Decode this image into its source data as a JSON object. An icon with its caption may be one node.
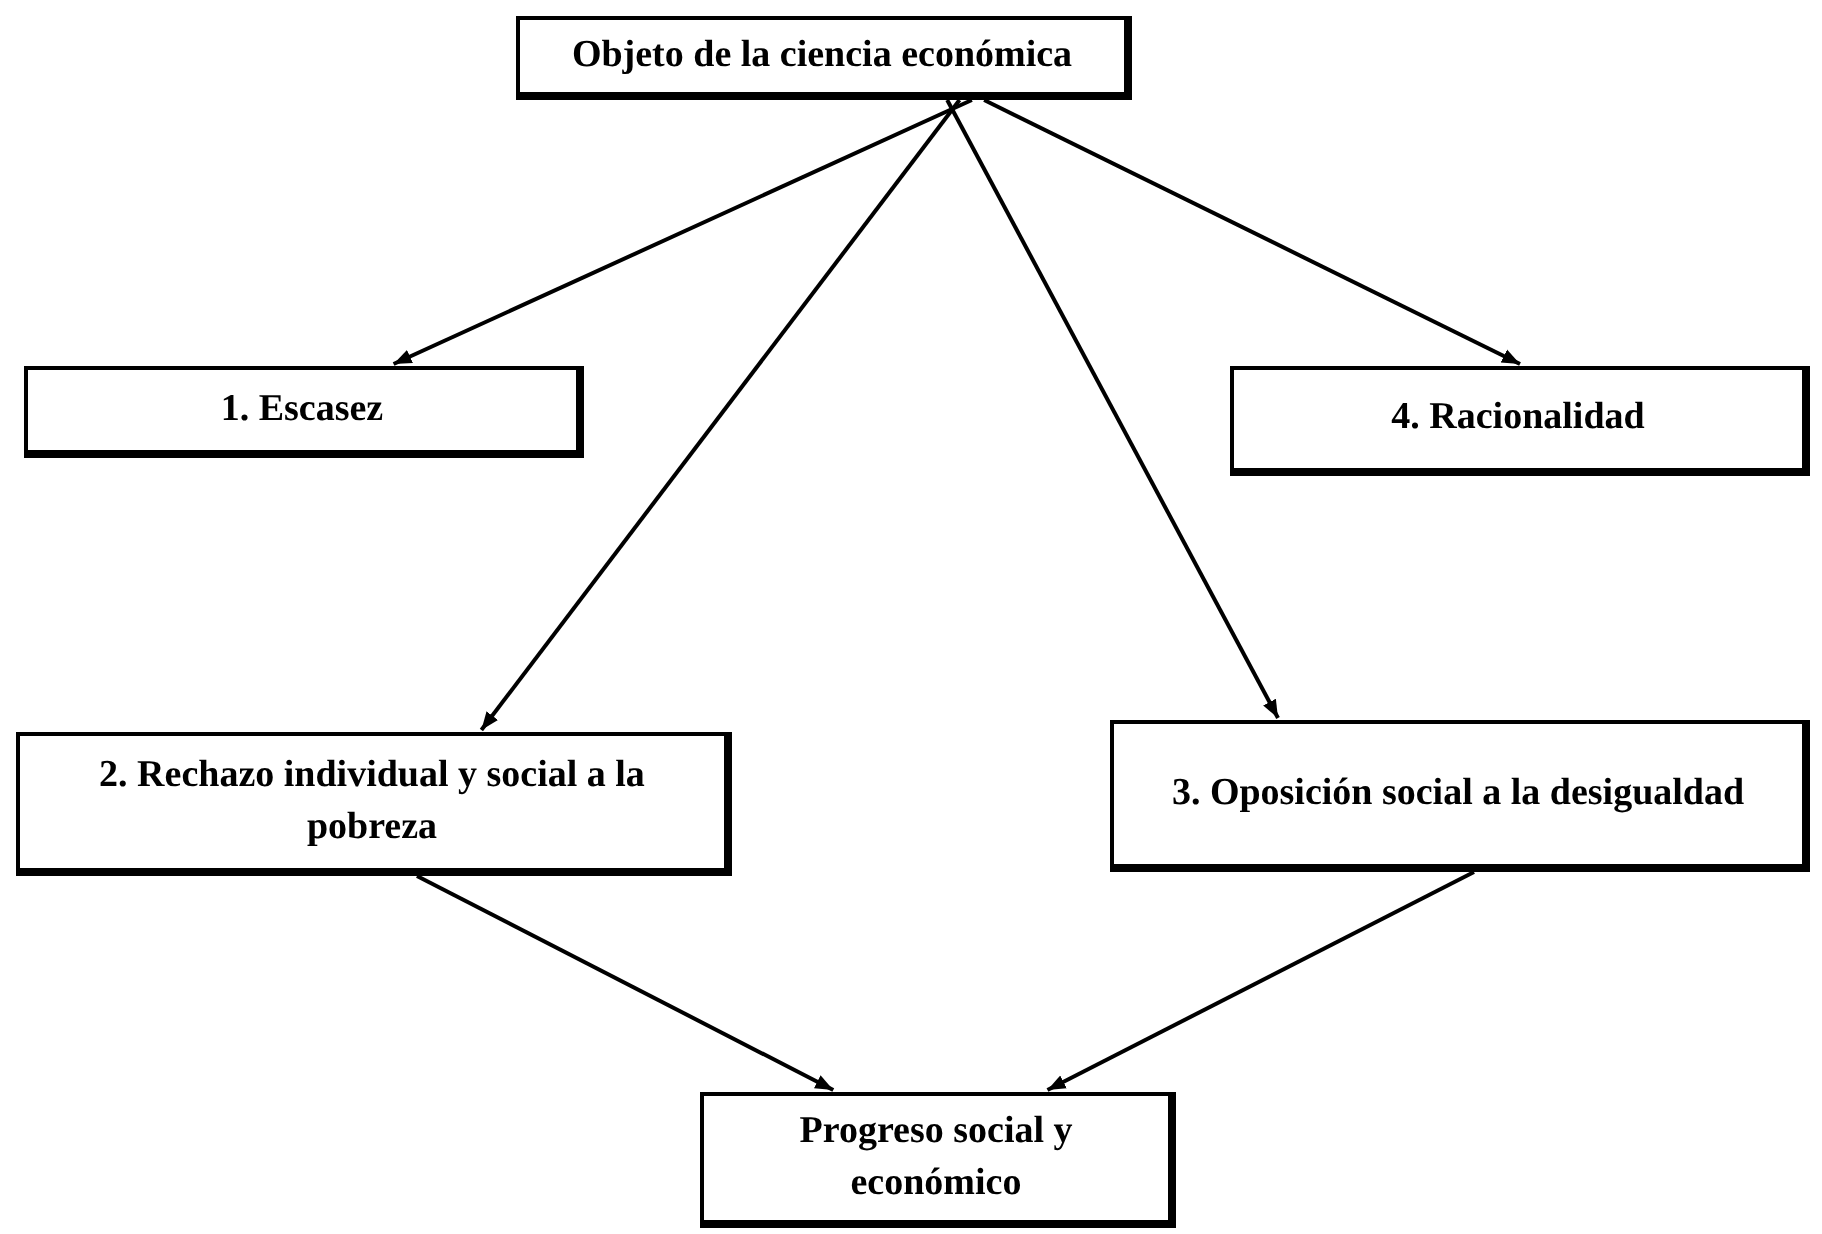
{
  "diagram": {
    "nodes": [
      {
        "text": [
          "Objeto de la ciencia económica"
        ]
      },
      {
        "text": [
          "1. Escasez"
        ]
      },
      {
        "text": [
          "4. Racionalidad"
        ]
      },
      {
        "text": [
          "2. Rechazo individual y social a la pobreza"
        ]
      },
      {
        "text": [
          "3. Oposición social a la desigualdad"
        ]
      },
      {
        "text": [
          "Progreso social y económico"
        ]
      }
    ],
    "edges": [
      {
        "from": 0,
        "to": 1,
        "arrow": "to"
      },
      {
        "from": 0,
        "to": 3,
        "arrow": "to"
      },
      {
        "from": 0,
        "to": 4,
        "arrow": "to"
      },
      {
        "from": 0,
        "to": 2,
        "arrow": "to"
      },
      {
        "from": 3,
        "to": 5,
        "arrow": "to"
      },
      {
        "from": 4,
        "to": 5,
        "arrow": "to"
      }
    ]
  }
}
